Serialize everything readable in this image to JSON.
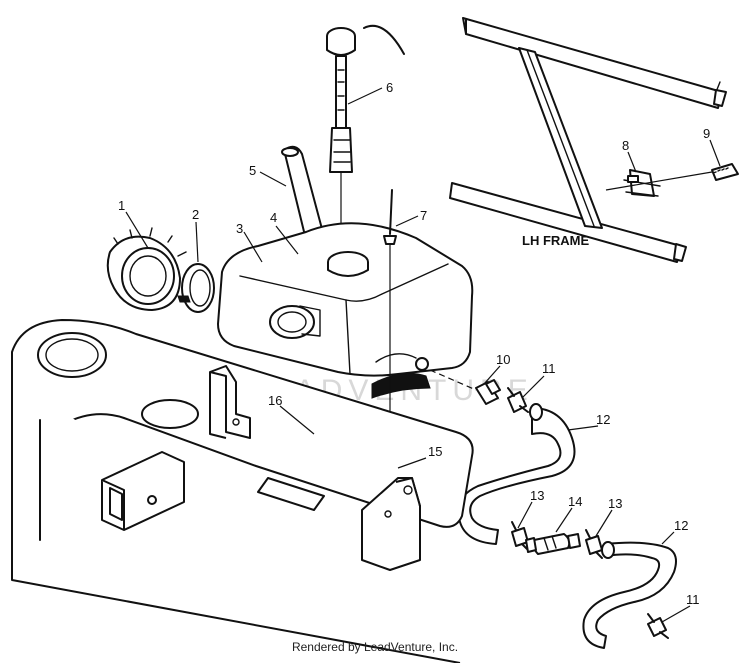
{
  "diagram": {
    "frame_label": "LH FRAME",
    "watermark": "LEADVENTURE",
    "callouts": [
      "1",
      "2",
      "3",
      "4",
      "5",
      "6",
      "7",
      "8",
      "9",
      "10",
      "11",
      "11",
      "12",
      "12",
      "13",
      "13",
      "14",
      "15",
      "16"
    ]
  },
  "footer": {
    "text": "Rendered by LeadVenture, Inc."
  }
}
